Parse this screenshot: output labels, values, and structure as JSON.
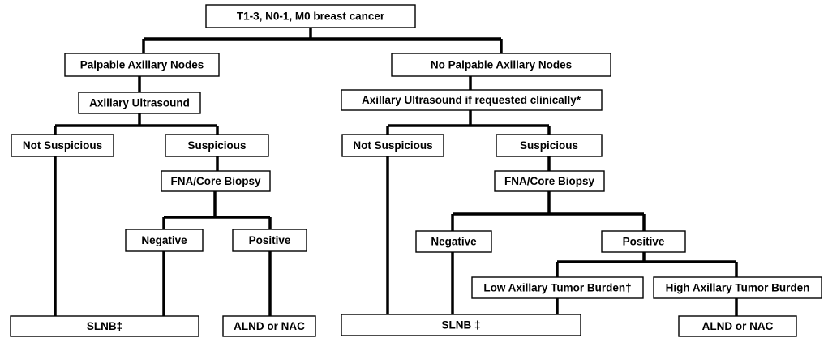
{
  "nodes": {
    "root": "T1-3, N0-1, M0 breast cancer",
    "palpable": "Palpable Axillary Nodes",
    "no_palpable": "No Palpable Axillary Nodes",
    "us_left": "Axillary Ultrasound",
    "us_right": "Axillary Ultrasound if requested clinically*",
    "ns_left": "Not Suspicious",
    "s_left": "Suspicious",
    "ns_right": "Not Suspicious",
    "s_right": "Suspicious",
    "fna_left": "FNA/Core Biopsy",
    "fna_right": "FNA/Core Biopsy",
    "neg_left": "Negative",
    "pos_left": "Positive",
    "neg_right": "Negative",
    "pos_right": "Positive",
    "low_burden": "Low Axillary Tumor Burden†",
    "high_burden": "High Axillary Tumor Burden",
    "slnb_left": "SLNB‡",
    "alnd_left": "ALND or NAC",
    "slnb_right": "SLNB ‡",
    "alnd_right": "ALND or NAC"
  }
}
